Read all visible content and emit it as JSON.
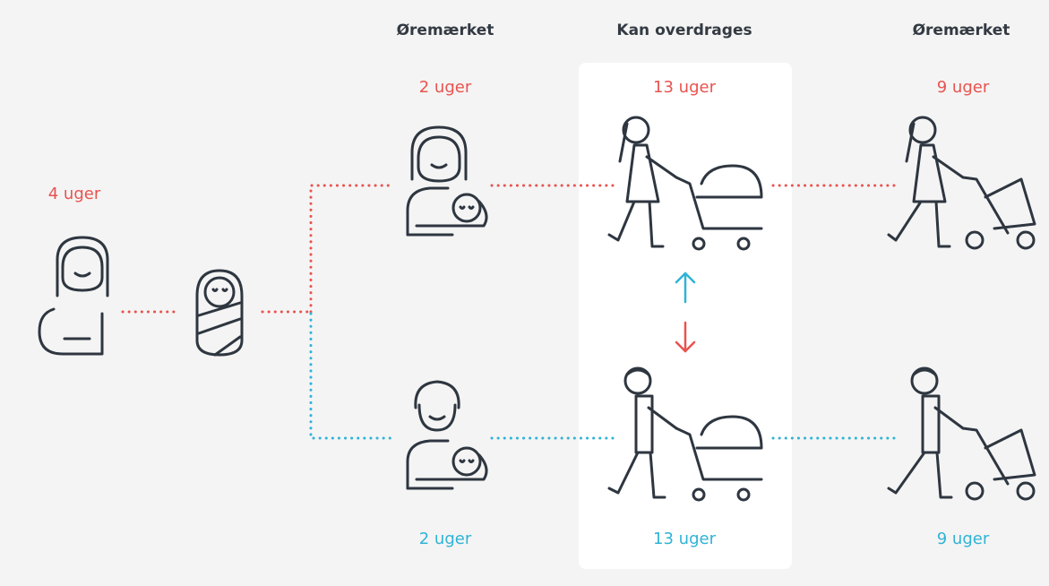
{
  "headers": {
    "left": "Øremærket",
    "middle": "Kan overdrages",
    "right": "Øremærket"
  },
  "pregnancy": {
    "weeks": "4 uger"
  },
  "mother": {
    "earmarked": "2 uger",
    "transferable": "13 uger",
    "earmarked_later": "9 uger"
  },
  "father": {
    "earmarked": "2 uger",
    "transferable": "13 uger",
    "earmarked_later": "9 uger"
  },
  "colors": {
    "mother": "#e8534f",
    "father": "#2fb3d6",
    "icon": "#2e3640",
    "panel": "#ffffff",
    "background": "#f4f4f4"
  },
  "icons": [
    "pregnant-woman-icon",
    "swaddled-baby-icon",
    "mother-holding-baby-icon",
    "father-holding-baby-icon",
    "woman-with-pram-icon",
    "man-with-pram-icon",
    "woman-with-stroller-icon",
    "man-with-stroller-icon",
    "arrow-up-icon",
    "arrow-down-icon"
  ]
}
